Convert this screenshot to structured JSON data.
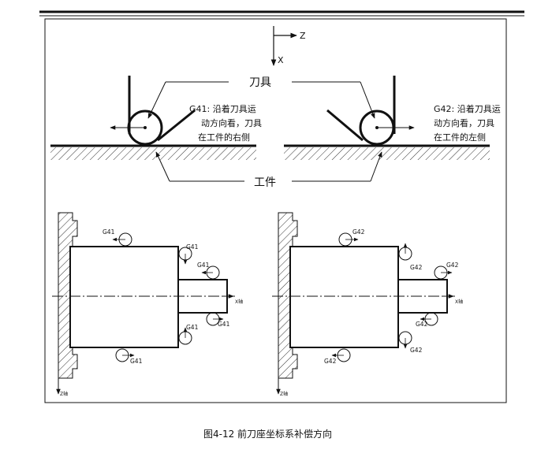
{
  "axes": {
    "z": "Z",
    "x": "X"
  },
  "top": {
    "tool_label": "刀具",
    "workpiece_label": "工件",
    "g41_note": [
      "G41: 沿着刀具运",
      "动方向看，刀具",
      "在工件的右侧"
    ],
    "g42_note": [
      "G42: 沿着刀具运",
      "动方向看，刀具",
      "在工件的左侧"
    ]
  },
  "bottom_left": {
    "labels": [
      "G41",
      "G41",
      "G41",
      "G41",
      "G41",
      "G41"
    ],
    "z_axis": "Z轴",
    "x_axis": "X轴"
  },
  "bottom_right": {
    "labels": [
      "G42",
      "G42",
      "G42",
      "G42",
      "G42",
      "G42"
    ],
    "z_axis": "Z轴",
    "x_axis": "X轴"
  },
  "caption": "图4-12  前刀座坐标系补偿方向"
}
